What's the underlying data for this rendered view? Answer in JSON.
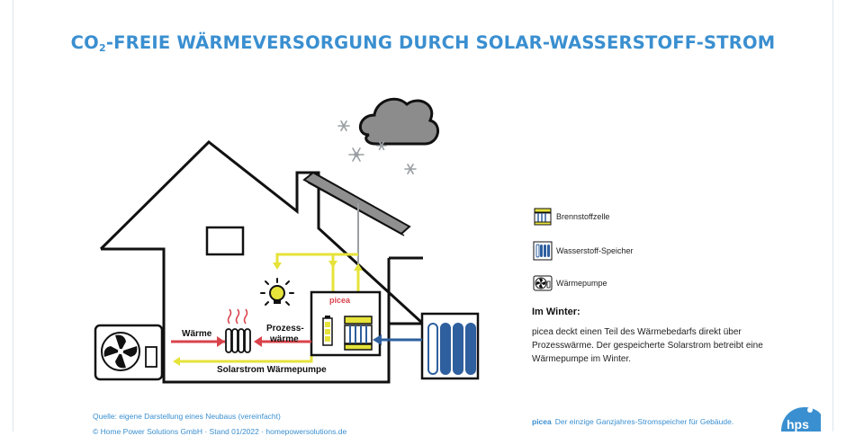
{
  "title": {
    "prefix": "CO",
    "subscript": "2",
    "rest": "-FREIE WÄRMEVERSORGUNG DURCH SOLAR-WASSERSTOFF-STROM"
  },
  "diagram": {
    "label_waerme": "Wärme",
    "label_prozess_1": "Prozess-",
    "label_prozess_2": "wärme",
    "label_picea": "picea",
    "label_solarstrom": "Solarstrom Wärmepumpe"
  },
  "legend": [
    {
      "icon": "fuel-cell-icon",
      "label": "Brennstoffzelle"
    },
    {
      "icon": "hydrogen-storage-icon",
      "label": "Wasserstoff-Speicher"
    },
    {
      "icon": "heat-pump-icon",
      "label": "Wärmepumpe"
    }
  ],
  "winter": {
    "heading": "Im Winter:",
    "text": "picea deckt einen Teil des Wärmebedarfs direkt über Prozesswärme. Der gespeicherte Solarstrom betreibt eine Wärmepumpe im Winter."
  },
  "footer": {
    "source": "Quelle: eigene Darstellung eines Neubaus (vereinfacht)",
    "copyright": "© Home Power Solutions GmbH  ·  Stand 01/2022  ·  homepowersolutions.de",
    "brand": "picea",
    "tagline": "Der einzige Ganzjahres-Stromspeicher für Gebäude."
  },
  "colors": {
    "title_blue": "#3a8fd0",
    "heat_red": "#d9434b",
    "solar_yellow": "#e6e33a",
    "hydrogen_blue": "#2e5f9e",
    "snow_gray": "#9aa0a4",
    "cloud_gray": "#8c8c8c"
  }
}
